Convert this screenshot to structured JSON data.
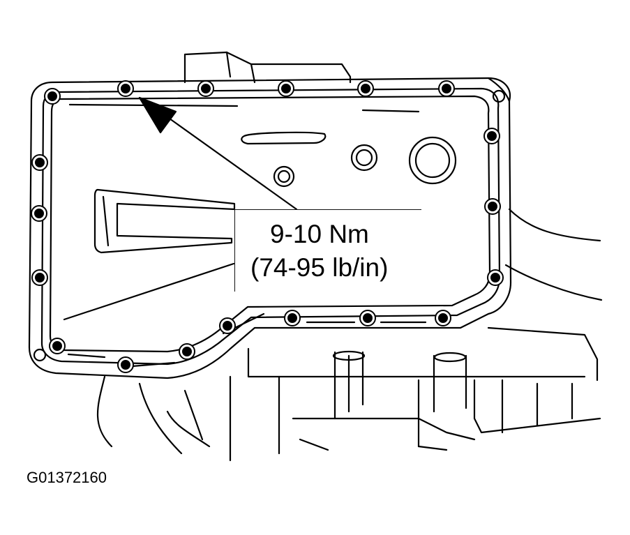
{
  "callout": {
    "torque_nm": "9-10 Nm",
    "torque_lbin": "(74-95 lb/in)"
  },
  "figure_id": "G01372160",
  "colors": {
    "line": "#000000",
    "background": "#ffffff"
  },
  "icons": [
    "bolt-icon",
    "arrow-icon"
  ]
}
